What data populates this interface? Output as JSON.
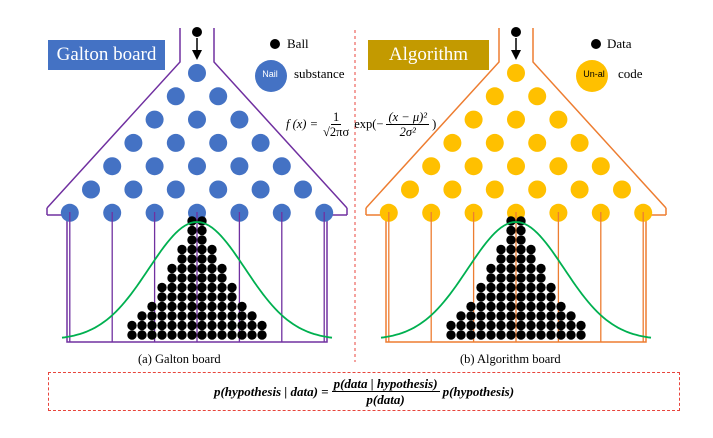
{
  "left_panel": {
    "title": "Galton board",
    "title_color": "#4472c4",
    "peg_color": "#4472c4",
    "frame_color": "#7030a0",
    "legend_ball": "Ball",
    "legend_nail_label": "Nail",
    "legend_nail_text": "substance",
    "caption": "(a) Galton board"
  },
  "right_panel": {
    "title": "Algorithm board",
    "title_color": "#c39a00",
    "peg_color": "#ffc000",
    "frame_color": "#ed7d31",
    "legend_ball": "Data",
    "legend_nail_label": "Un-al",
    "legend_nail_text": "code",
    "caption": "(b) Algorithm board"
  },
  "curve_color": "#00b050",
  "divider_color": "#e8453c",
  "gaussian_formula": {
    "lhs": "f (x) =",
    "frac_num": "1",
    "frac_den": "√2πσ",
    "exp_prefix": "exp(−",
    "exp_num": "(x − μ)²",
    "exp_den": "2σ²",
    "exp_suffix": ")"
  },
  "bayes_formula": {
    "lhs": "p(hypothesis | data) =",
    "num": "p(data | hypothesis)",
    "den": "p(data)",
    "rhs": "p(hypothesis)"
  }
}
